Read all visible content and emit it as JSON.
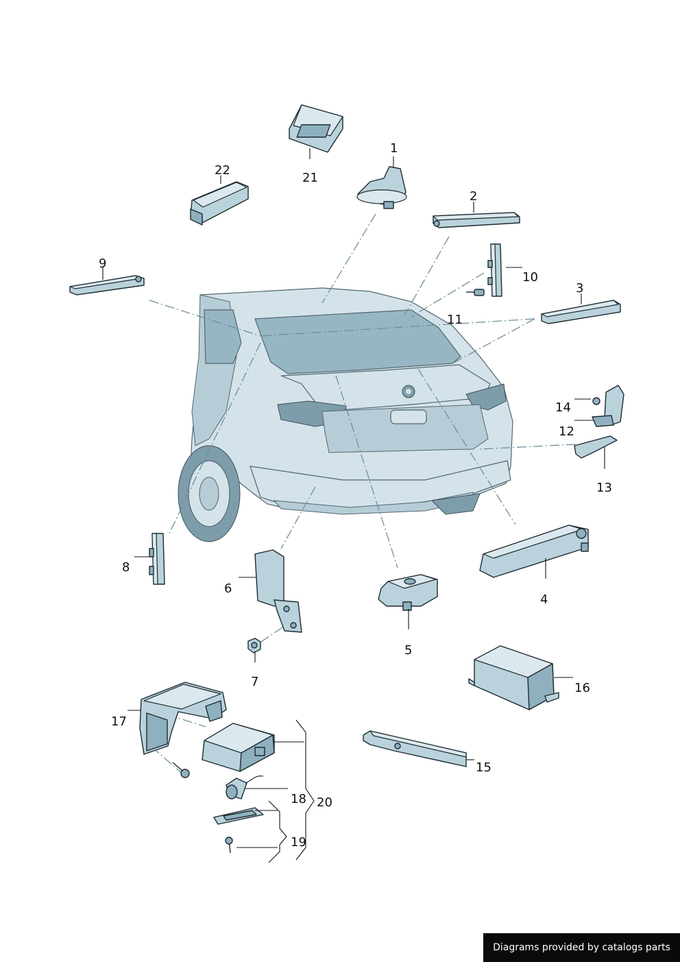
{
  "callouts": {
    "c1": "1",
    "c2": "2",
    "c3": "3",
    "c4": "4",
    "c5": "5",
    "c6": "6",
    "c7": "7",
    "c8": "8",
    "c9": "9",
    "c10": "10",
    "c11": "11",
    "c12": "12",
    "c13": "13",
    "c14": "14",
    "c15": "15",
    "c16": "16",
    "c17": "17",
    "c18": "18",
    "c19": "19",
    "c20": "20",
    "c21": "21",
    "c22": "22"
  },
  "footer": {
    "text": "Diagrams provided by catalogs parts"
  },
  "colors": {
    "part_fill": "#b9d2dc",
    "outline": "#1d2a30",
    "footer_bg": "#0a0a0a"
  }
}
